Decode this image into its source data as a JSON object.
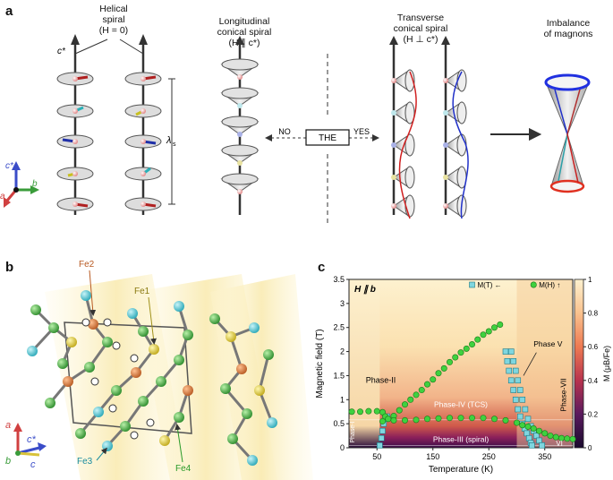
{
  "panel_a": {
    "letter": "a",
    "captions": {
      "helical": [
        "Helical",
        "spiral",
        "(H = 0)"
      ],
      "longitudinal": [
        "Longitudinal",
        "conical spiral",
        "(H ∥ c*)"
      ],
      "transverse": [
        "Transverse",
        "conical spiral",
        "(H ⊥ c*)"
      ],
      "imbalance": [
        "Imbalance",
        "of magnons"
      ]
    },
    "c_star_label": "c*",
    "lambda_label": "λ",
    "lambda_sub": "s",
    "the_box": "THE",
    "no_label": "NO",
    "yes_label": "YES",
    "axes": {
      "c": "c*",
      "b": "b",
      "a": "a"
    }
  },
  "panel_b": {
    "letter": "b",
    "labels": {
      "fe1": "Fe1",
      "fe2": "Fe2",
      "fe3": "Fe3",
      "fe4": "Fe4"
    },
    "axes": {
      "a": "a",
      "c_star": "c*",
      "b": "b",
      "c": "c"
    },
    "colors": {
      "fe1": "#d8c23a",
      "fe2": "#d8773a",
      "fe3": "#5fcad6",
      "fe4": "#4fb03a"
    }
  },
  "panel_c": {
    "letter": "c",
    "chart_data": {
      "type": "heatmap",
      "xlabel": "Temperature (K)",
      "ylabel": "Magnetic field (T)",
      "xlim": [
        0,
        400
      ],
      "ylim": [
        0,
        3.5
      ],
      "x_ticks": [
        50,
        150,
        250,
        350
      ],
      "y_ticks": [
        0,
        0.5,
        1,
        1.5,
        2,
        2.5,
        3,
        3.5
      ],
      "colorbar": {
        "label": "M (μB/Fe)",
        "range": [
          0,
          1
        ],
        "ticks": [
          0,
          0.2,
          0.4,
          0.6,
          0.8,
          1
        ]
      },
      "annotation": "H ∥ b",
      "legend": [
        {
          "name": "M(T) ←",
          "marker": "square",
          "color": "#7fd6df"
        },
        {
          "name": "M(H) ↑",
          "marker": "circle",
          "color": "#3fd13f"
        }
      ],
      "phases": [
        "Phase-I",
        "Phase-II",
        "Phase-III (spiral)",
        "Phase-IV (TCS)",
        "Phase V",
        "VI",
        "Phase-VII"
      ],
      "series": [
        {
          "name": "M(H) ↑",
          "points": [
            [
              5,
              0.75
            ],
            [
              20,
              0.75
            ],
            [
              35,
              0.76
            ],
            [
              50,
              0.76
            ],
            [
              60,
              0.74
            ],
            [
              65,
              0.65
            ],
            [
              70,
              0.6
            ],
            [
              80,
              0.66
            ],
            [
              90,
              0.78
            ],
            [
              100,
              0.9
            ],
            [
              110,
              1.0
            ],
            [
              120,
              1.1
            ],
            [
              130,
              1.2
            ],
            [
              140,
              1.32
            ],
            [
              150,
              1.42
            ],
            [
              160,
              1.55
            ],
            [
              170,
              1.65
            ],
            [
              180,
              1.78
            ],
            [
              190,
              1.88
            ],
            [
              200,
              1.98
            ],
            [
              210,
              2.06
            ],
            [
              220,
              2.15
            ],
            [
              230,
              2.25
            ],
            [
              240,
              2.35
            ],
            [
              250,
              2.42
            ],
            [
              260,
              2.5
            ],
            [
              270,
              2.56
            ],
            [
              60,
              0.55
            ],
            [
              80,
              0.57
            ],
            [
              100,
              0.57
            ],
            [
              120,
              0.58
            ],
            [
              140,
              0.6
            ],
            [
              160,
              0.61
            ],
            [
              180,
              0.62
            ],
            [
              200,
              0.62
            ],
            [
              220,
              0.62
            ],
            [
              240,
              0.62
            ],
            [
              260,
              0.6
            ],
            [
              280,
              0.57
            ],
            [
              300,
              0.52
            ],
            [
              310,
              0.47
            ],
            [
              320,
              0.44
            ],
            [
              330,
              0.4
            ],
            [
              340,
              0.35
            ],
            [
              350,
              0.3
            ],
            [
              360,
              0.25
            ],
            [
              370,
              0.22
            ],
            [
              380,
              0.2
            ],
            [
              390,
              0.19
            ],
            [
              400,
              0.18
            ]
          ]
        },
        {
          "name": "M(T) ←",
          "points": [
            [
              55,
              0.05
            ],
            [
              58,
              0.2
            ],
            [
              60,
              0.35
            ],
            [
              62,
              0.5
            ],
            [
              65,
              0.6
            ],
            [
              68,
              0.65
            ],
            [
              280,
              2.0
            ],
            [
              283,
              1.8
            ],
            [
              286,
              1.6
            ],
            [
              290,
              1.4
            ],
            [
              294,
              1.2
            ],
            [
              298,
              1.0
            ],
            [
              302,
              0.8
            ],
            [
              306,
              0.65
            ],
            [
              310,
              0.5
            ],
            [
              314,
              0.4
            ],
            [
              318,
              0.3
            ],
            [
              322,
              0.2
            ],
            [
              325,
              0.1
            ],
            [
              327,
              0.05
            ],
            [
              290,
              2.0
            ],
            [
              294,
              1.8
            ],
            [
              298,
              1.6
            ],
            [
              302,
              1.4
            ],
            [
              306,
              1.2
            ],
            [
              310,
              1.0
            ],
            [
              315,
              0.8
            ],
            [
              320,
              0.6
            ],
            [
              325,
              0.45
            ],
            [
              330,
              0.35
            ],
            [
              335,
              0.25
            ],
            [
              340,
              0.15
            ],
            [
              345,
              0.05
            ]
          ]
        }
      ]
    }
  }
}
